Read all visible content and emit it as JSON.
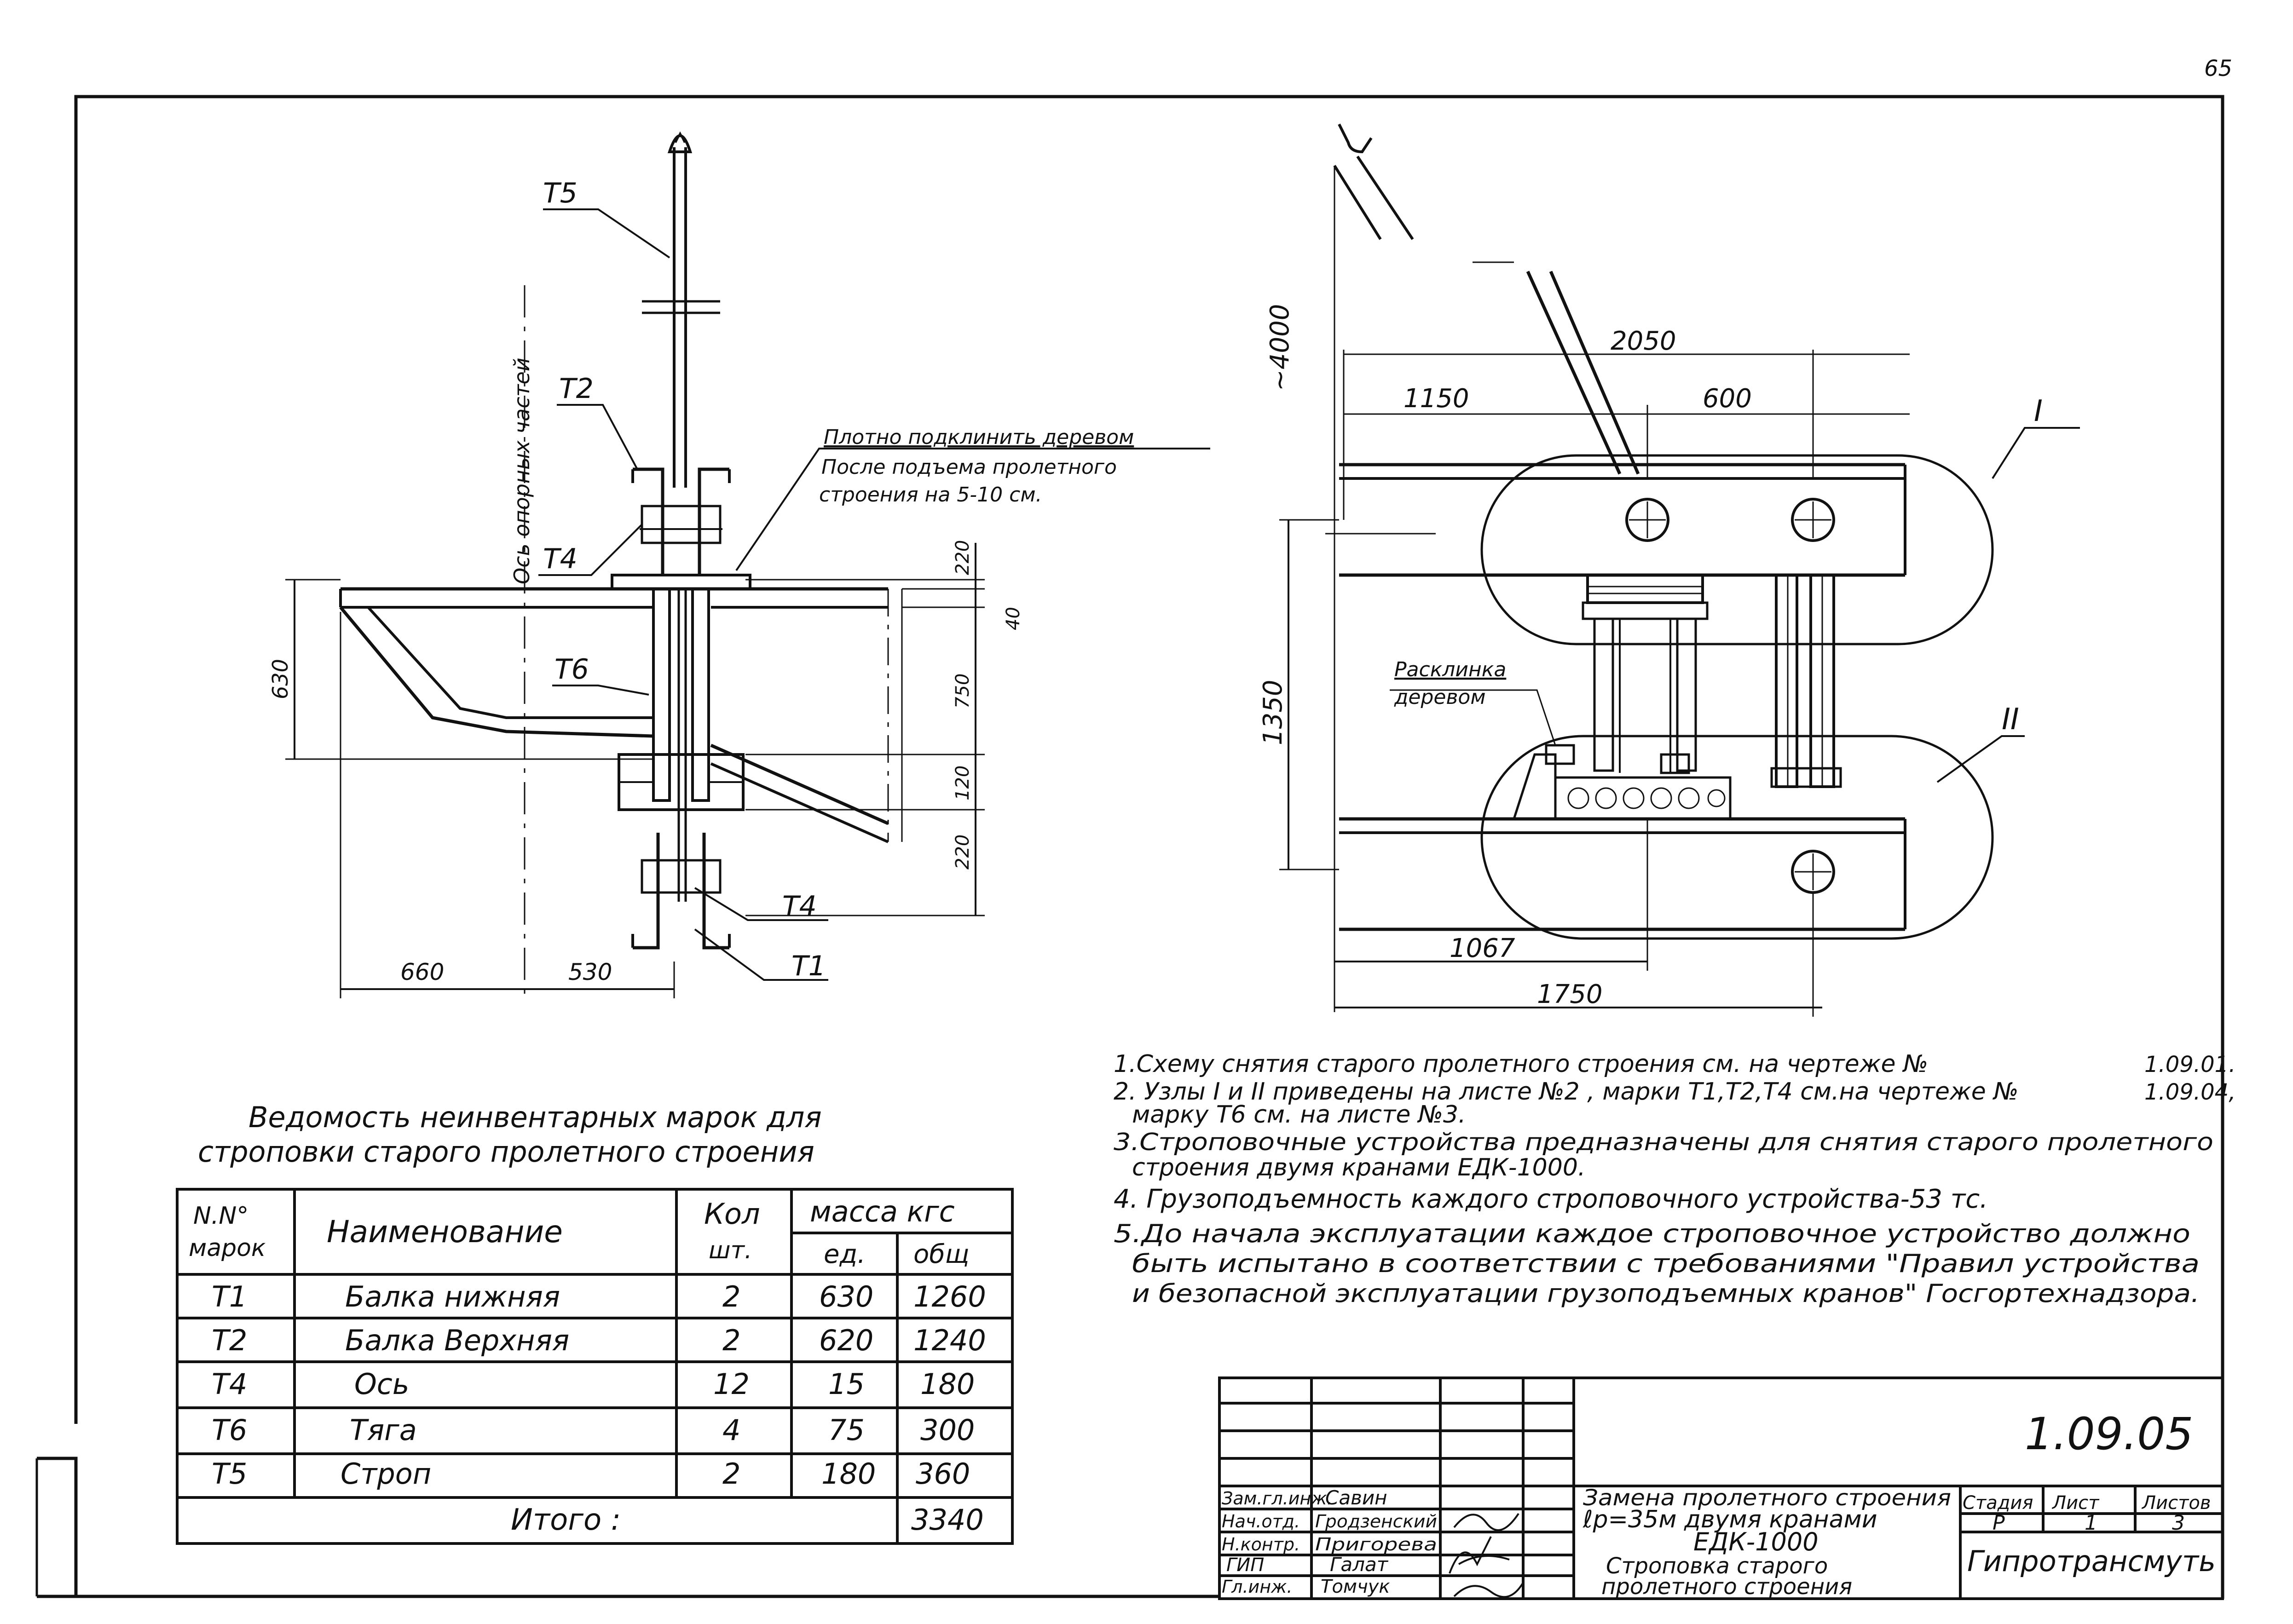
{
  "page_number": "65",
  "left_drawing": {
    "labels": {
      "t5": "T5",
      "t2": "T2",
      "t4_top": "T4",
      "t6": "T6",
      "t4_bottom": "T4",
      "t1": "T1",
      "axis": "Ось опорных частей"
    },
    "note_lines": [
      "Плотно подклинить деревом",
      "После подъема пролетного",
      "строения на  5-10 см."
    ],
    "dims": {
      "d630": "630",
      "d660": "660",
      "d530": "530",
      "d220_top": "220",
      "d40": "40",
      "d750": "750",
      "d120": "120",
      "d220_bottom": "220"
    }
  },
  "right_drawing": {
    "dims": {
      "d4000": "~4000",
      "d2050": "2050",
      "d1150": "1150",
      "d600": "600",
      "d1350": "1350",
      "d1067": "1067",
      "d1750": "1750"
    },
    "labels": {
      "node1": "I",
      "node2": "II"
    },
    "wedge_note": [
      "Расклинка",
      "деревом"
    ]
  },
  "notes": [
    {
      "text": "1.Схему снятия  старого пролетного строения см. на чертеже №",
      "ref": "1.09.01."
    },
    {
      "text": "2. Узлы I и II приведены на листе №2 , марки Т1,Т2,Т4 см.на чертеже №",
      "ref": "1.09.04,"
    },
    {
      "text": "марку  Т6 см. на  листе №3.",
      "ref": ""
    },
    {
      "text": "3.Строповочные устройства предназначены для снятия  старого пролетного",
      "ref": ""
    },
    {
      "text": "строения двумя кранами  ЕДК-1000.",
      "ref": ""
    },
    {
      "text": "4. Грузоподъемность каждого строповочного устройства-53 тс.",
      "ref": ""
    },
    {
      "text": "5.До начала эксплуатации каждое строповочное  устройство должно",
      "ref": ""
    },
    {
      "text": "быть испытано в соответствии с требованиями \"Правил устройства",
      "ref": ""
    },
    {
      "text": "и безопасной  эксплуатации грузоподъемных кранов\" Госгортехнадзора.",
      "ref": ""
    }
  ],
  "table": {
    "title_lines": [
      "Ведомость  неинвентарных  марок для",
      "строповки  старого пролетного строения"
    ],
    "headers": {
      "marks": [
        "N.N°",
        "марок"
      ],
      "name": "Наименование",
      "qty": [
        "Кол",
        "шт."
      ],
      "mass": "масса  кгс",
      "mass_unit": "ед.",
      "mass_total": "общ"
    },
    "rows": [
      {
        "mark": "T1",
        "name": "Балка  нижняя",
        "qty": "2",
        "unit": "630",
        "total": "1260"
      },
      {
        "mark": "T2",
        "name": "Балка  Верхняя",
        "qty": "2",
        "unit": "620",
        "total": "1240"
      },
      {
        "mark": "T4",
        "name": "Ось",
        "qty": "12",
        "unit": "15",
        "total": "180"
      },
      {
        "mark": "T6",
        "name": "Тяга",
        "qty": "4",
        "unit": "75",
        "total": "300"
      },
      {
        "mark": "T5",
        "name": "Строп",
        "qty": "2",
        "unit": "180",
        "total": "360"
      }
    ],
    "total_label": "Итого :",
    "total_value": "3340"
  },
  "title_block": {
    "doc_number": "1.09.05",
    "people": [
      {
        "role": "Зам.гл.инж.",
        "name": "Савин"
      },
      {
        "role": "Нач.отд.",
        "name": "Гродзенский"
      },
      {
        "role": "Н.контр.",
        "name": "Пригорева"
      },
      {
        "role": "ГИП",
        "name": "Галат"
      },
      {
        "role": "Гл.инж.",
        "name": "Томчук"
      }
    ],
    "project_lines": [
      "Замена пролетного строения",
      "ℓр=35м двумя кранами",
      "ЕДК-1000"
    ],
    "sheet_title_lines": [
      "Строповка старого",
      "пролетного строения"
    ],
    "stage_label": "Стадия",
    "sheet_label": "Лист",
    "sheets_label": "Листов",
    "stage": "Р",
    "sheet": "1",
    "sheets": "3",
    "org": "Гипротрансмуть"
  }
}
